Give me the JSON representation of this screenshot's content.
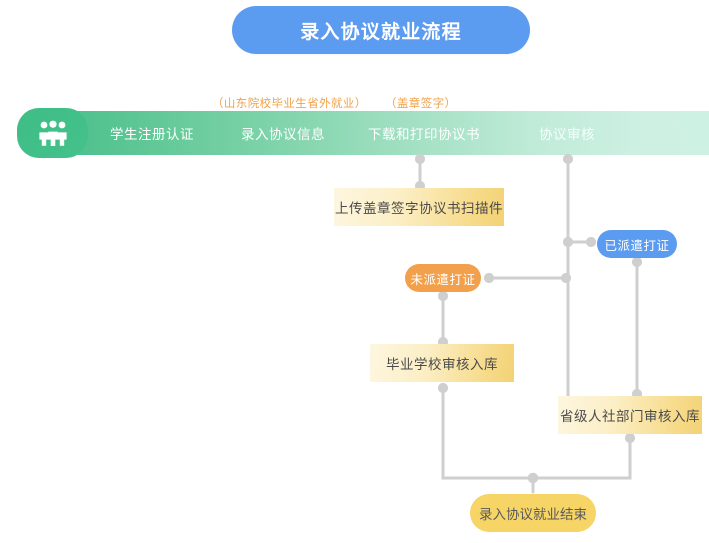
{
  "title": {
    "text": "录入协议就业流程"
  },
  "annotations": [
    {
      "id": "note-a",
      "text": "（山东院校毕业生省外就业）"
    },
    {
      "id": "note-b",
      "text": "（盖章签字）"
    }
  ],
  "process_bar": {
    "icon": "people-group-icon",
    "stages": [
      {
        "label": "学生注册认证"
      },
      {
        "label": "录入协议信息"
      },
      {
        "label": "下载和打印协议书"
      },
      {
        "label": "协议审核"
      }
    ]
  },
  "nodes": {
    "upload": {
      "label": "上传盖章签字协议书扫描件"
    },
    "no_dispatch": {
      "label": "未派遣打证"
    },
    "dispatched": {
      "label": "已派遣打证"
    },
    "school_review": {
      "label": "毕业学校审核入库"
    },
    "province_review": {
      "label": "省级人社部门审核入库"
    },
    "end": {
      "label": "录入协议就业结束"
    }
  },
  "colors": {
    "title_blue": "#5b9bf0",
    "bar_green_start": "#49bf8c",
    "bar_green_end": "#cdf1e3",
    "note_orange": "#f0a34a",
    "node_yellow": "#f3d274",
    "pill_orange": "#f2a04b",
    "pill_blue": "#5b9bf0",
    "end_yellow": "#f6d466",
    "wire_gray": "#cfcfcf"
  }
}
